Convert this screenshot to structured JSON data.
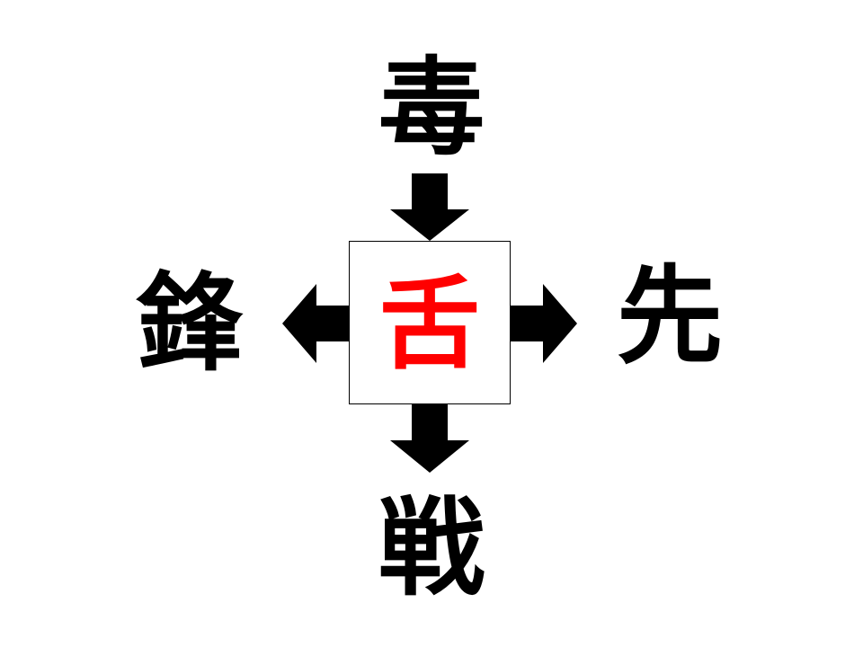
{
  "puzzle": {
    "top": "毒",
    "left": "鋒",
    "right": "先",
    "bottom": "戦",
    "center": "舌"
  },
  "colors": {
    "answer": "#ff0000",
    "clue": "#000000",
    "arrow": "#000000"
  },
  "icons": {
    "arrow_in_top": "arrow-down-icon",
    "arrow_out_bottom": "arrow-down-icon",
    "arrow_out_left": "arrow-left-icon",
    "arrow_out_right": "arrow-right-icon"
  }
}
